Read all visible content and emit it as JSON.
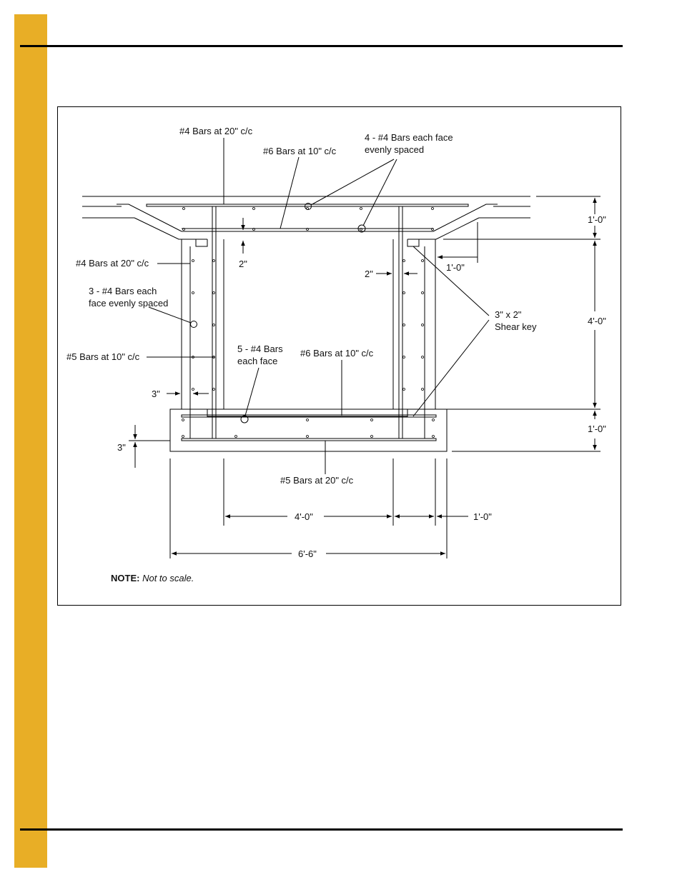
{
  "page": {
    "sidebar_color": "#E8AE26"
  },
  "labels": {
    "top_bars_4_20": "#4 Bars at 20\" c/c",
    "top_bars_6_10": "#6 Bars at 10\" c/c",
    "each_face_4_line1": "4 - #4 Bars each face",
    "each_face_4_line2": "evenly spaced",
    "dim_top_1ft": "1'-0\"",
    "dim_2in_a": "2\"",
    "wall_bars_4_20": "#4 Bars at 20\" c/c",
    "dim_1ft_haunch": "1'-0\"",
    "dim_2in_b": "2\"",
    "each_face_3_line1": "3 - #4 Bars each",
    "each_face_3_line2": "face evenly spaced",
    "shear_key_line1": "3\" x 2\"",
    "shear_key_line2": "Shear key",
    "dim_wall_4ft": "4'-0\"",
    "wall_bars_5_10": "#5 Bars at 10\" c/c",
    "five_bars_line1": "5 - #4 Bars",
    "five_bars_line2": "each face",
    "bottom_bars_6_10": "#6 Bars at 10\" c/c",
    "dim_3in_a": "3\"",
    "dim_footing_1ft": "1'-0\"",
    "dim_3in_b": "3\"",
    "bottom_bars_5_20": "#5 Bars at 20\" c/c",
    "dim_inner_4ft": "4'-0\"",
    "dim_right_1ft": "1'-0\"",
    "dim_total": "6'-6\""
  },
  "note": {
    "label": "NOTE:",
    "text": "Not to scale."
  }
}
